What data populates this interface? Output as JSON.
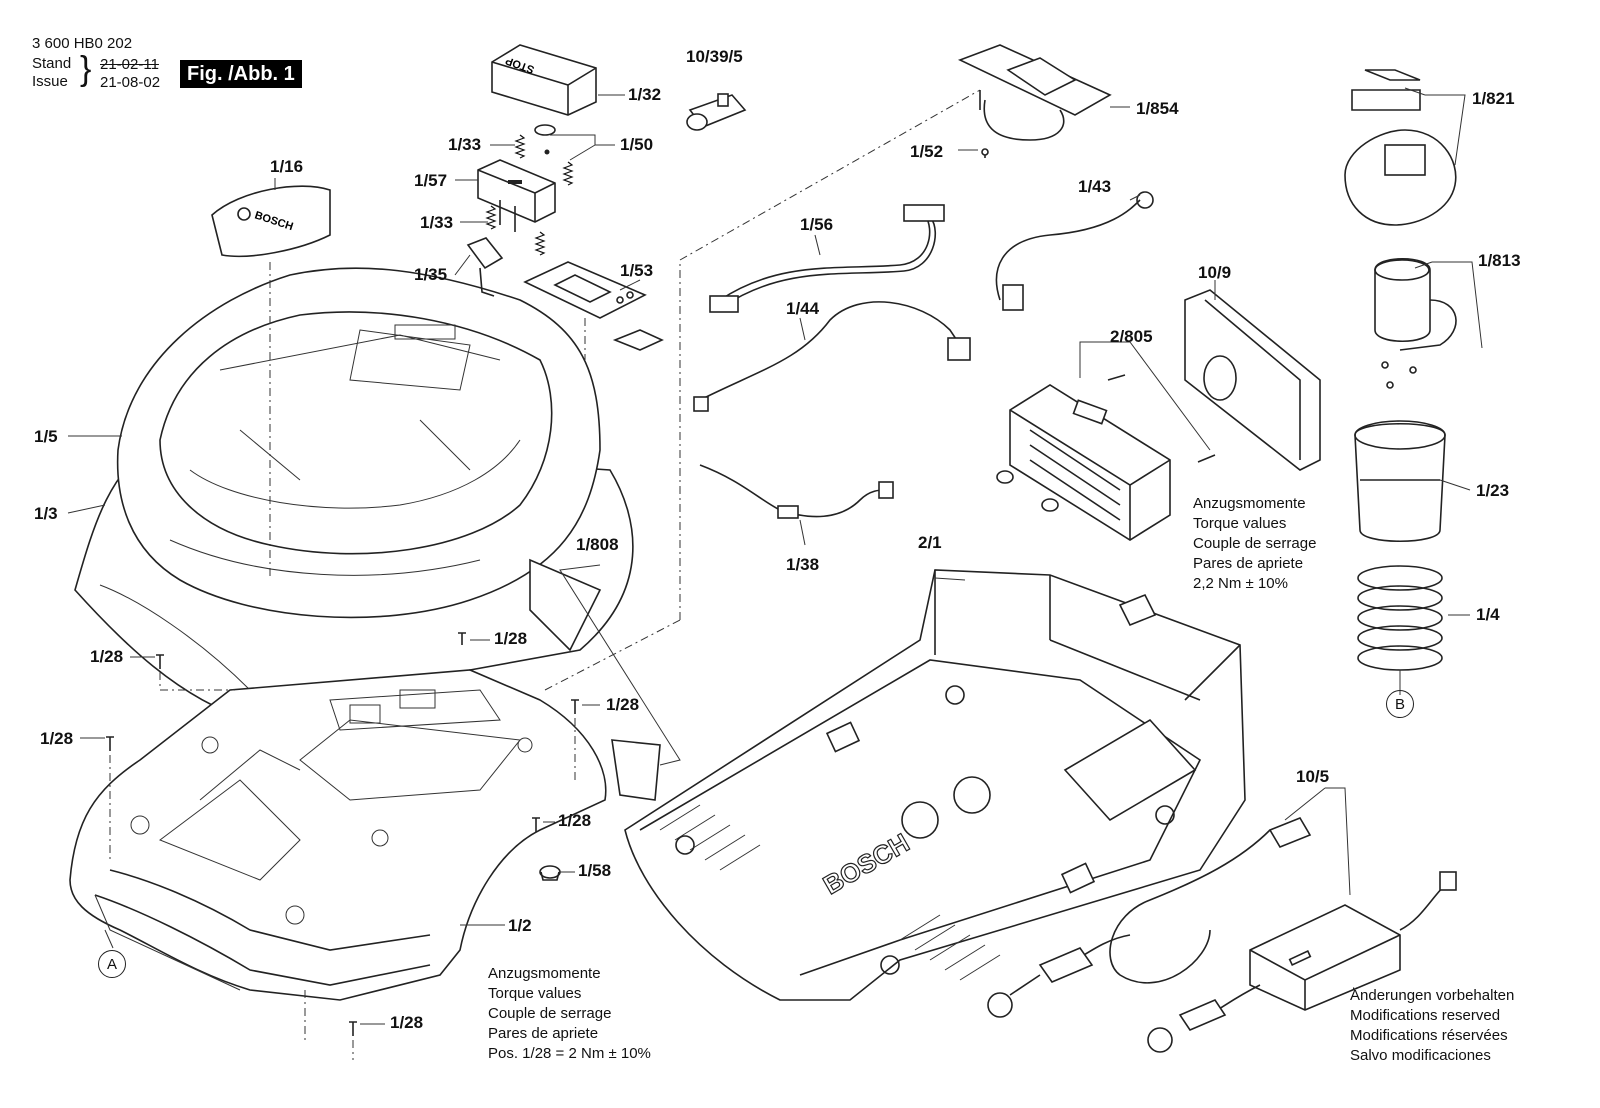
{
  "header": {
    "doc_number": "3 600 HB0 202",
    "stand_label": "Stand",
    "issue_label": "Issue",
    "brace": "}",
    "stand_date": "21-02-11",
    "issue_date": "21-08-02",
    "figure_label": "Fig. /Abb. 1"
  },
  "parts": [
    {
      "id": "1/32"
    },
    {
      "id": "1/33"
    },
    {
      "id": "1/50"
    },
    {
      "id": "1/33"
    },
    {
      "id": "1/57"
    },
    {
      "id": "1/35"
    },
    {
      "id": "1/53"
    },
    {
      "id": "1/16"
    },
    {
      "id": "1/5"
    },
    {
      "id": "1/3"
    },
    {
      "id": "10/39/5"
    },
    {
      "id": "1/854"
    },
    {
      "id": "1/52"
    },
    {
      "id": "1/43"
    },
    {
      "id": "1/56"
    },
    {
      "id": "1/44"
    },
    {
      "id": "1/38"
    },
    {
      "id": "10/9"
    },
    {
      "id": "2/805"
    },
    {
      "id": "1/821"
    },
    {
      "id": "1/813"
    },
    {
      "id": "1/23"
    },
    {
      "id": "1/4"
    },
    {
      "id": "1/808"
    },
    {
      "id": "2/1"
    },
    {
      "id": "1/28"
    },
    {
      "id": "1/28"
    },
    {
      "id": "1/28"
    },
    {
      "id": "1/28"
    },
    {
      "id": "1/28"
    },
    {
      "id": "1/28"
    },
    {
      "id": "1/58"
    },
    {
      "id": "1/2"
    },
    {
      "id": "10/5"
    }
  ],
  "reference_markers": [
    "A",
    "B"
  ],
  "torque_note_left": {
    "lines": [
      "Anzugsmomente",
      "Torque values",
      "Couple de serrage",
      "Pares de apriete",
      "Pos.   1/28 = 2 Nm  ± 10%"
    ]
  },
  "torque_note_right": {
    "lines": [
      "Anzugsmomente",
      "Torque values",
      "Couple de serrage",
      "Pares de apriete",
      "2,2 Nm  ± 10%"
    ]
  },
  "modifications_note": {
    "lines": [
      "Änderungen vorbehalten",
      "Modifications reserved",
      "Modifications réservées",
      "Salvo modificaciones"
    ]
  },
  "branding": {
    "cover_logo": "BOSCH",
    "base_logo": "BOSCH",
    "stop_button": "STOP"
  }
}
